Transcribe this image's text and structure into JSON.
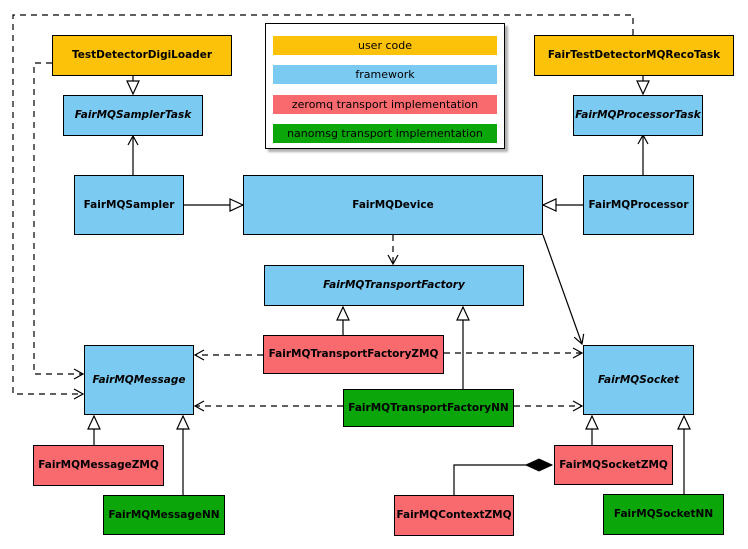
{
  "diagram": {
    "type": "uml-class-diagram",
    "subject": "FairMQ framework class hierarchy",
    "background": "#FFFFFF",
    "line_color": "#000000",
    "legend": {
      "items": [
        {
          "label": "user code",
          "color": "#FCC109"
        },
        {
          "label": "framework",
          "color": "#7BCAF2"
        },
        {
          "label": "zeromq transport implementation",
          "color": "#F96A6E"
        },
        {
          "label": "nanomsg transport implementation",
          "color": "#0AA60A"
        }
      ]
    },
    "nodes": {
      "digiLoader": {
        "label": "TestDetectorDigiLoader",
        "category": "user code",
        "abstract": false
      },
      "recoTask": {
        "label": "FairTestDetectorMQRecoTask",
        "category": "user code",
        "abstract": false
      },
      "samplerTask": {
        "label": "FairMQSamplerTask",
        "category": "framework",
        "abstract": true
      },
      "processorTask": {
        "label": "FairMQProcessorTask",
        "category": "framework",
        "abstract": true
      },
      "sampler": {
        "label": "FairMQSampler",
        "category": "framework",
        "abstract": false
      },
      "device": {
        "label": "FairMQDevice",
        "category": "framework",
        "abstract": false
      },
      "processor": {
        "label": "FairMQProcessor",
        "category": "framework",
        "abstract": false
      },
      "transportFactory": {
        "label": "FairMQTransportFactory",
        "category": "framework",
        "abstract": true
      },
      "transportFactoryZMQ": {
        "label": "FairMQTransportFactoryZMQ",
        "category": "zeromq transport implementation",
        "abstract": false
      },
      "transportFactoryNN": {
        "label": "FairMQTransportFactoryNN",
        "category": "nanomsg transport implementation",
        "abstract": false
      },
      "message": {
        "label": "FairMQMessage",
        "category": "framework",
        "abstract": true
      },
      "socket": {
        "label": "FairMQSocket",
        "category": "framework",
        "abstract": true
      },
      "messageZMQ": {
        "label": "FairMQMessageZMQ",
        "category": "zeromq transport implementation",
        "abstract": false
      },
      "messageNN": {
        "label": "FairMQMessageNN",
        "category": "nanomsg transport implementation",
        "abstract": false
      },
      "socketZMQ": {
        "label": "FairMQSocketZMQ",
        "category": "zeromq transport implementation",
        "abstract": false
      },
      "socketNN": {
        "label": "FairMQSocketNN",
        "category": "nanomsg transport implementation",
        "abstract": false
      },
      "contextZMQ": {
        "label": "FairMQContextZMQ",
        "category": "zeromq transport implementation",
        "abstract": false
      }
    },
    "edges": [
      {
        "from": "digiLoader",
        "to": "samplerTask",
        "type": "inheritance",
        "line": "solid"
      },
      {
        "from": "sampler",
        "to": "samplerTask",
        "type": "association",
        "line": "solid"
      },
      {
        "from": "sampler",
        "to": "device",
        "type": "inheritance",
        "line": "solid"
      },
      {
        "from": "processor",
        "to": "device",
        "type": "inheritance",
        "line": "solid"
      },
      {
        "from": "processor",
        "to": "processorTask",
        "type": "association",
        "line": "solid"
      },
      {
        "from": "recoTask",
        "to": "processorTask",
        "type": "inheritance",
        "line": "solid"
      },
      {
        "from": "device",
        "to": "transportFactory",
        "type": "dependency",
        "line": "dashed"
      },
      {
        "from": "transportFactoryZMQ",
        "to": "transportFactory",
        "type": "inheritance",
        "line": "solid"
      },
      {
        "from": "transportFactoryNN",
        "to": "transportFactory",
        "type": "inheritance",
        "line": "solid"
      },
      {
        "from": "device",
        "to": "socket",
        "type": "association",
        "line": "solid"
      },
      {
        "from": "transportFactoryZMQ",
        "to": "socket",
        "type": "dependency",
        "line": "dashed"
      },
      {
        "from": "transportFactoryNN",
        "to": "socket",
        "type": "dependency",
        "line": "dashed"
      },
      {
        "from": "transportFactoryZMQ",
        "to": "message",
        "type": "dependency",
        "line": "dashed"
      },
      {
        "from": "transportFactoryNN",
        "to": "message",
        "type": "dependency",
        "line": "dashed"
      },
      {
        "from": "digiLoader",
        "to": "message",
        "type": "dependency",
        "line": "dashed"
      },
      {
        "from": "recoTask",
        "to": "message",
        "type": "dependency",
        "line": "dashed"
      },
      {
        "from": "messageZMQ",
        "to": "message",
        "type": "inheritance",
        "line": "solid"
      },
      {
        "from": "messageNN",
        "to": "message",
        "type": "inheritance",
        "line": "solid"
      },
      {
        "from": "socketZMQ",
        "to": "socket",
        "type": "inheritance",
        "line": "solid"
      },
      {
        "from": "socketNN",
        "to": "socket",
        "type": "inheritance",
        "line": "solid"
      },
      {
        "from": "contextZMQ",
        "to": "socketZMQ",
        "type": "composition",
        "line": "solid"
      }
    ]
  }
}
